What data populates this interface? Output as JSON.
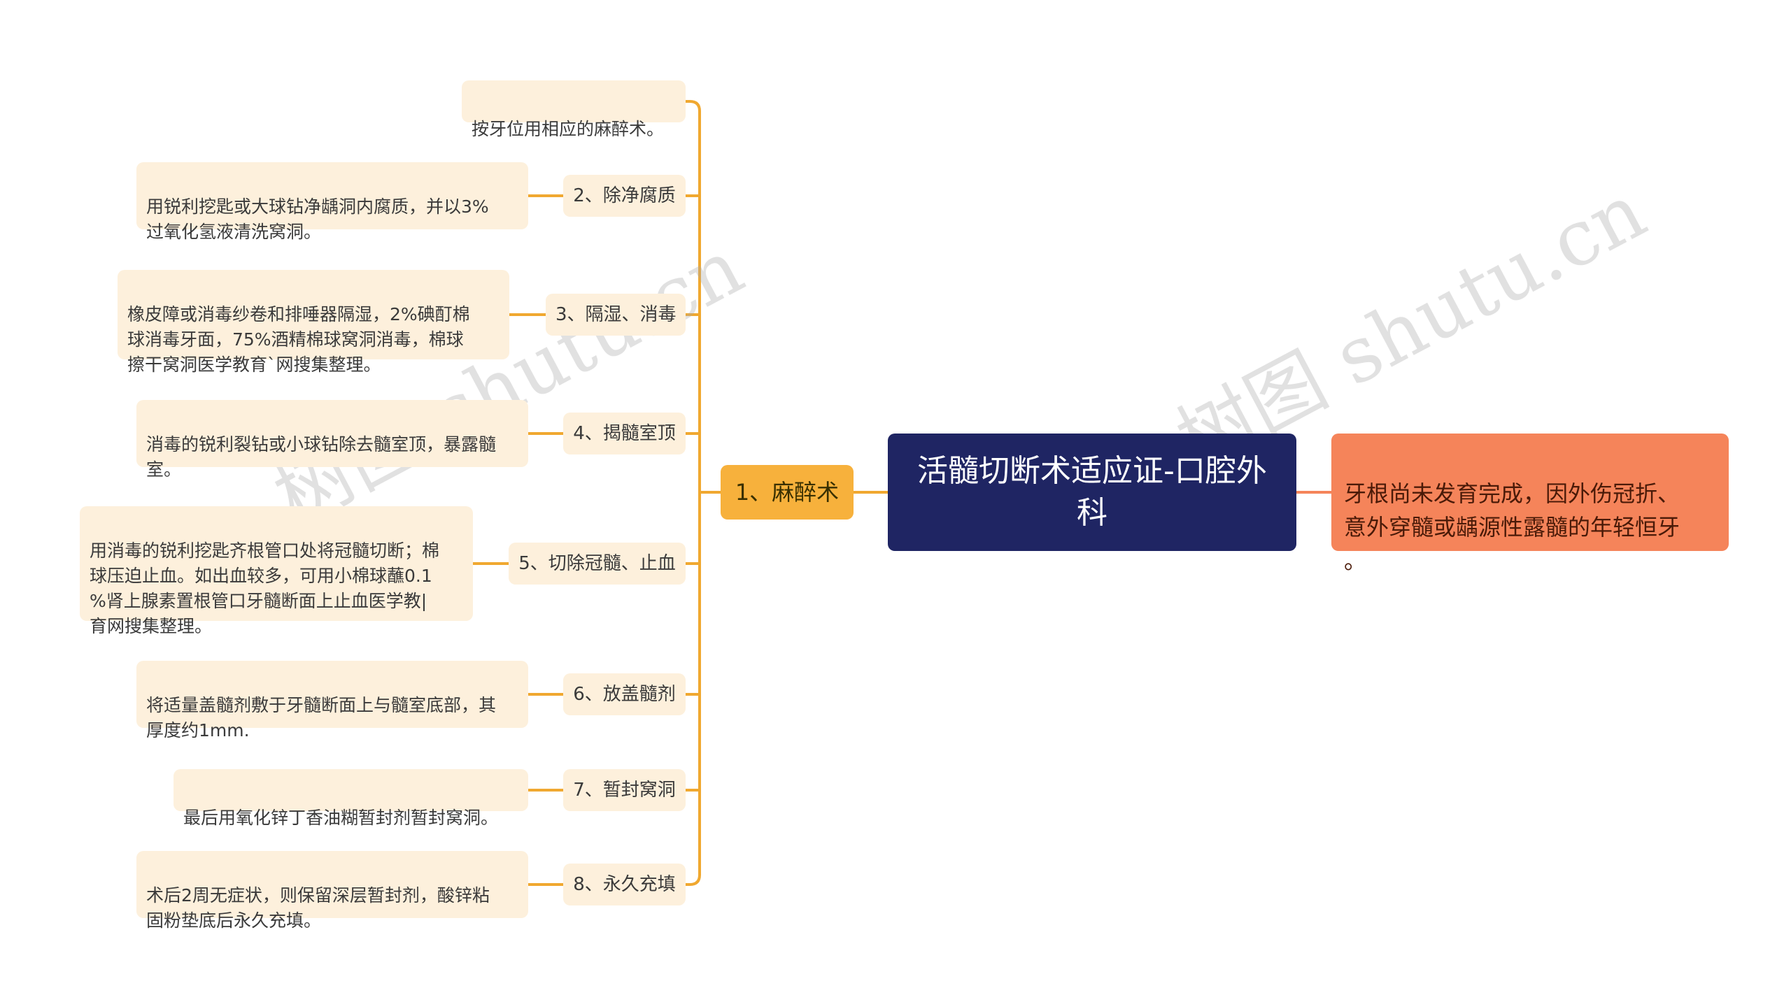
{
  "root": {
    "title": "活髓切断术适应证-口腔外科"
  },
  "branch": {
    "label": "1、麻醉术"
  },
  "right": {
    "text": "牙根尚未发育完成，因外伤冠折、\n意外穿髓或龋源性露髓的年轻恒牙\n。"
  },
  "items": [
    {
      "sub": "",
      "detail": "按牙位用相应的麻醉术。"
    },
    {
      "sub": "2、除净腐质",
      "detail": "用锐利挖匙或大球钻净龋洞内腐质，并以3%\n过氧化氢液清洗窝洞。"
    },
    {
      "sub": "3、隔湿、消毒",
      "detail": "橡皮障或消毒纱卷和排唾器隔湿，2%碘酊棉\n球消毒牙面，75%酒精棉球窝洞消毒，棉球\n擦干窝洞医学教育`网搜集整理。"
    },
    {
      "sub": "4、揭髓室顶",
      "detail": "消毒的锐利裂钻或小球钻除去髓室顶，暴露髓\n室。"
    },
    {
      "sub": "5、切除冠髓、止血",
      "detail": "用消毒的锐利挖匙齐根管口处将冠髓切断；棉\n球压迫止血。如出血较多，可用小棉球蘸0.1\n%肾上腺素置根管口牙髓断面上止血医学教|\n育网搜集整理。"
    },
    {
      "sub": "6、放盖髓剂",
      "detail": "将适量盖髓剂敷于牙髓断面上与髓室底部，其\n厚度约1mm."
    },
    {
      "sub": "7、暂封窝洞",
      "detail": "最后用氧化锌丁香油糊暂封剂暂封窝洞。"
    },
    {
      "sub": "8、永久充填",
      "detail": "术后2周无症状，则保留深层暂封剂，酸锌粘\n固粉垫底后永久充填。"
    }
  ],
  "watermark": {
    "text": "树图 shutu.cn"
  },
  "colors": {
    "root": "#1f2563",
    "branch": "#f7b13c",
    "line_orange": "#f0a830",
    "right": "#f5845a",
    "leaf_bg": "#fdf0dc"
  }
}
